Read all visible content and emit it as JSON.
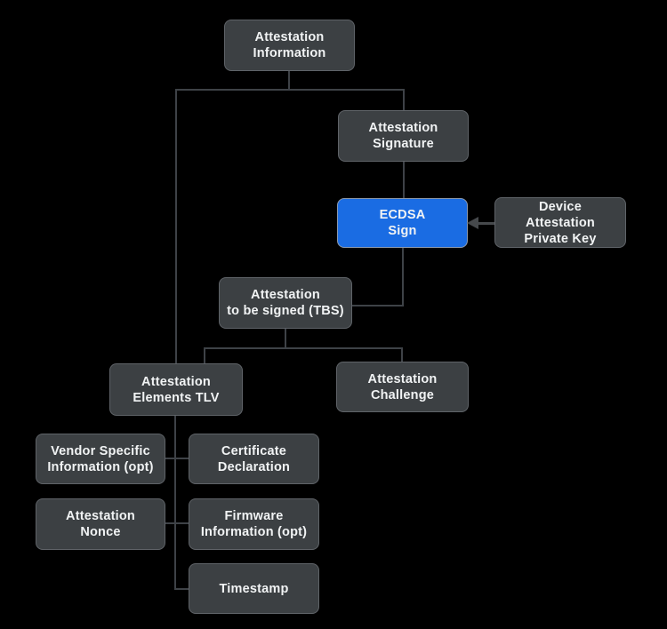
{
  "diagram": {
    "description": "Device attestation information flow diagram",
    "colors": {
      "background": "#000000",
      "node_fill": "#3c4043",
      "node_border": "#5f6368",
      "accent_fill": "#1a6ce3",
      "accent_border": "#8b99ad",
      "connector": "#3e4247",
      "arrow": "#46494c",
      "text": "#f1f3f4"
    },
    "nodes": {
      "attestation_information": {
        "label": "Attestation\nInformation",
        "variant": "default"
      },
      "attestation_signature": {
        "label": "Attestation\nSignature",
        "variant": "default"
      },
      "ecdsa_sign": {
        "label": "ECDSA\nSign",
        "variant": "accent"
      },
      "device_attestation_private_key": {
        "label": "Device\nAttestation\nPrivate Key",
        "variant": "default"
      },
      "attestation_tbs": {
        "label": "Attestation\nto be signed (TBS)",
        "variant": "default"
      },
      "attestation_elements_tlv": {
        "label": "Attestation\nElements TLV",
        "variant": "default"
      },
      "attestation_challenge": {
        "label": "Attestation\nChallenge",
        "variant": "default"
      },
      "vendor_specific_information": {
        "label": "Vendor Specific\nInformation (opt)",
        "variant": "default"
      },
      "certificate_declaration": {
        "label": "Certificate\nDeclaration",
        "variant": "default"
      },
      "attestation_nonce": {
        "label": "Attestation\nNonce",
        "variant": "default"
      },
      "firmware_information": {
        "label": "Firmware\nInformation (opt)",
        "variant": "default"
      },
      "timestamp": {
        "label": "Timestamp",
        "variant": "default"
      }
    },
    "edges": [
      {
        "from": "attestation_information",
        "to": "attestation_signature",
        "style": "line"
      },
      {
        "from": "attestation_information",
        "to": "attestation_elements_tlv",
        "style": "line"
      },
      {
        "from": "attestation_signature",
        "to": "ecdsa_sign",
        "style": "line"
      },
      {
        "from": "ecdsa_sign",
        "to": "attestation_tbs",
        "style": "line"
      },
      {
        "from": "attestation_tbs",
        "to": "attestation_elements_tlv",
        "style": "line"
      },
      {
        "from": "attestation_tbs",
        "to": "attestation_challenge",
        "style": "line"
      },
      {
        "from": "attestation_elements_tlv",
        "to": "vendor_specific_information",
        "style": "line"
      },
      {
        "from": "attestation_elements_tlv",
        "to": "certificate_declaration",
        "style": "line"
      },
      {
        "from": "attestation_elements_tlv",
        "to": "attestation_nonce",
        "style": "line"
      },
      {
        "from": "attestation_elements_tlv",
        "to": "firmware_information",
        "style": "line"
      },
      {
        "from": "attestation_elements_tlv",
        "to": "timestamp",
        "style": "line"
      },
      {
        "from": "device_attestation_private_key",
        "to": "ecdsa_sign",
        "style": "arrow-left"
      }
    ]
  }
}
